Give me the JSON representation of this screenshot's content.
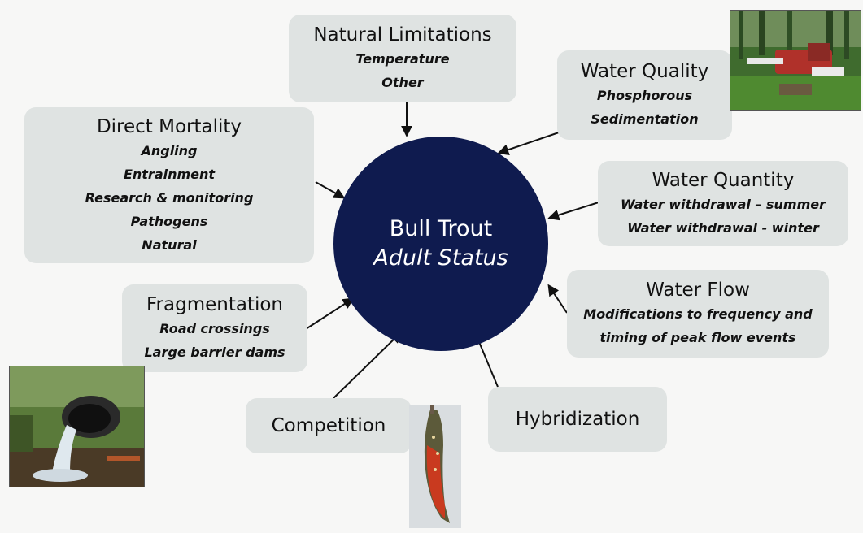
{
  "center": {
    "title": "Bull Trout",
    "subtitle": "Adult Status"
  },
  "natural_limitations": {
    "title": "Natural Limitations",
    "items": [
      "Temperature",
      "Other"
    ]
  },
  "water_quality": {
    "title": "Water Quality",
    "items": [
      "Phosphorous",
      "Sedimentation"
    ]
  },
  "direct_mortality": {
    "title": "Direct Mortality",
    "items": [
      "Angling",
      "Entrainment",
      "Research & monitoring",
      "Pathogens",
      "Natural"
    ]
  },
  "water_quantity": {
    "title": "Water Quantity",
    "items": [
      "Water withdrawal – summer",
      "Water withdrawal - winter"
    ]
  },
  "fragmentation": {
    "title": "Fragmentation",
    "items": [
      "Road crossings",
      "Large barrier dams"
    ]
  },
  "water_flow": {
    "title": "Water Flow",
    "items": [
      "Modifications to frequency and",
      "timing of peak flow events"
    ]
  },
  "competition": {
    "title": "Competition"
  },
  "hybridization": {
    "title": "Hybridization"
  }
}
